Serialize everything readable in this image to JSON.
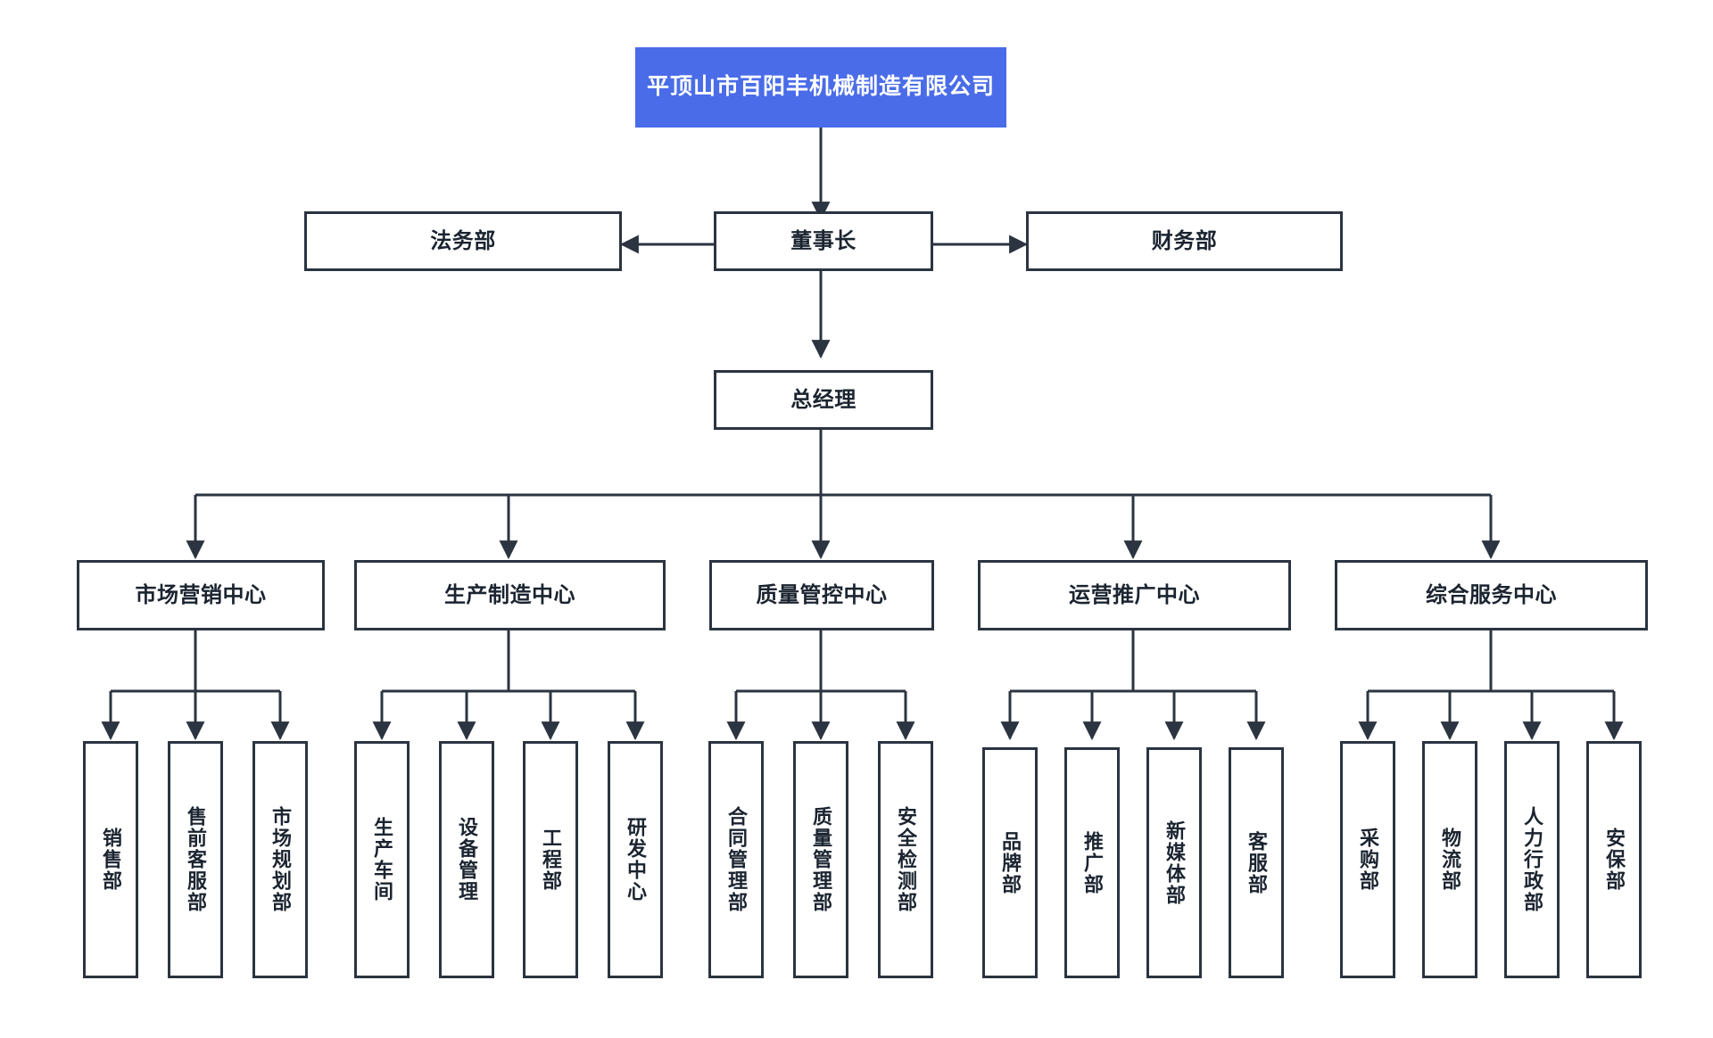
{
  "diagram": {
    "title": "平顶山市百阳丰机械制造有限公司",
    "type": "organization-chart",
    "colors": {
      "root_fill": "#4a6ce8",
      "root_text": "#ffffff",
      "box_border": "#2b3440",
      "box_fill": "#ffffff",
      "box_text": "#1b2430",
      "connector": "#2b3440",
      "background": "#ffffff"
    }
  },
  "root": {
    "label": "平顶山市百阳丰机械制造有限公司"
  },
  "level2": {
    "chairman": "董事长",
    "legal": "法务部",
    "finance": "财务部"
  },
  "level3": {
    "general_manager": "总经理"
  },
  "centers": [
    {
      "label": "市场营销中心"
    },
    {
      "label": "生产制造中心"
    },
    {
      "label": "质量管控中心"
    },
    {
      "label": "运营推广中心"
    },
    {
      "label": "综合服务中心"
    }
  ],
  "departments": {
    "marketing": [
      {
        "label": "销售部"
      },
      {
        "label": "售前客服部"
      },
      {
        "label": "市场规划部"
      }
    ],
    "production": [
      {
        "label": "生产车间"
      },
      {
        "label": "设备管理"
      },
      {
        "label": "工程部"
      },
      {
        "label": "研发中心"
      }
    ],
    "quality": [
      {
        "label": "合同管理部"
      },
      {
        "label": "质量管理部"
      },
      {
        "label": "安全检测部"
      }
    ],
    "operations": [
      {
        "label": "品牌部"
      },
      {
        "label": "推广部"
      },
      {
        "label": "新媒体部"
      },
      {
        "label": "客服部"
      }
    ],
    "services": [
      {
        "label": "采购部"
      },
      {
        "label": "物流部"
      },
      {
        "label": "人力行政部"
      },
      {
        "label": "安保部"
      }
    ]
  }
}
